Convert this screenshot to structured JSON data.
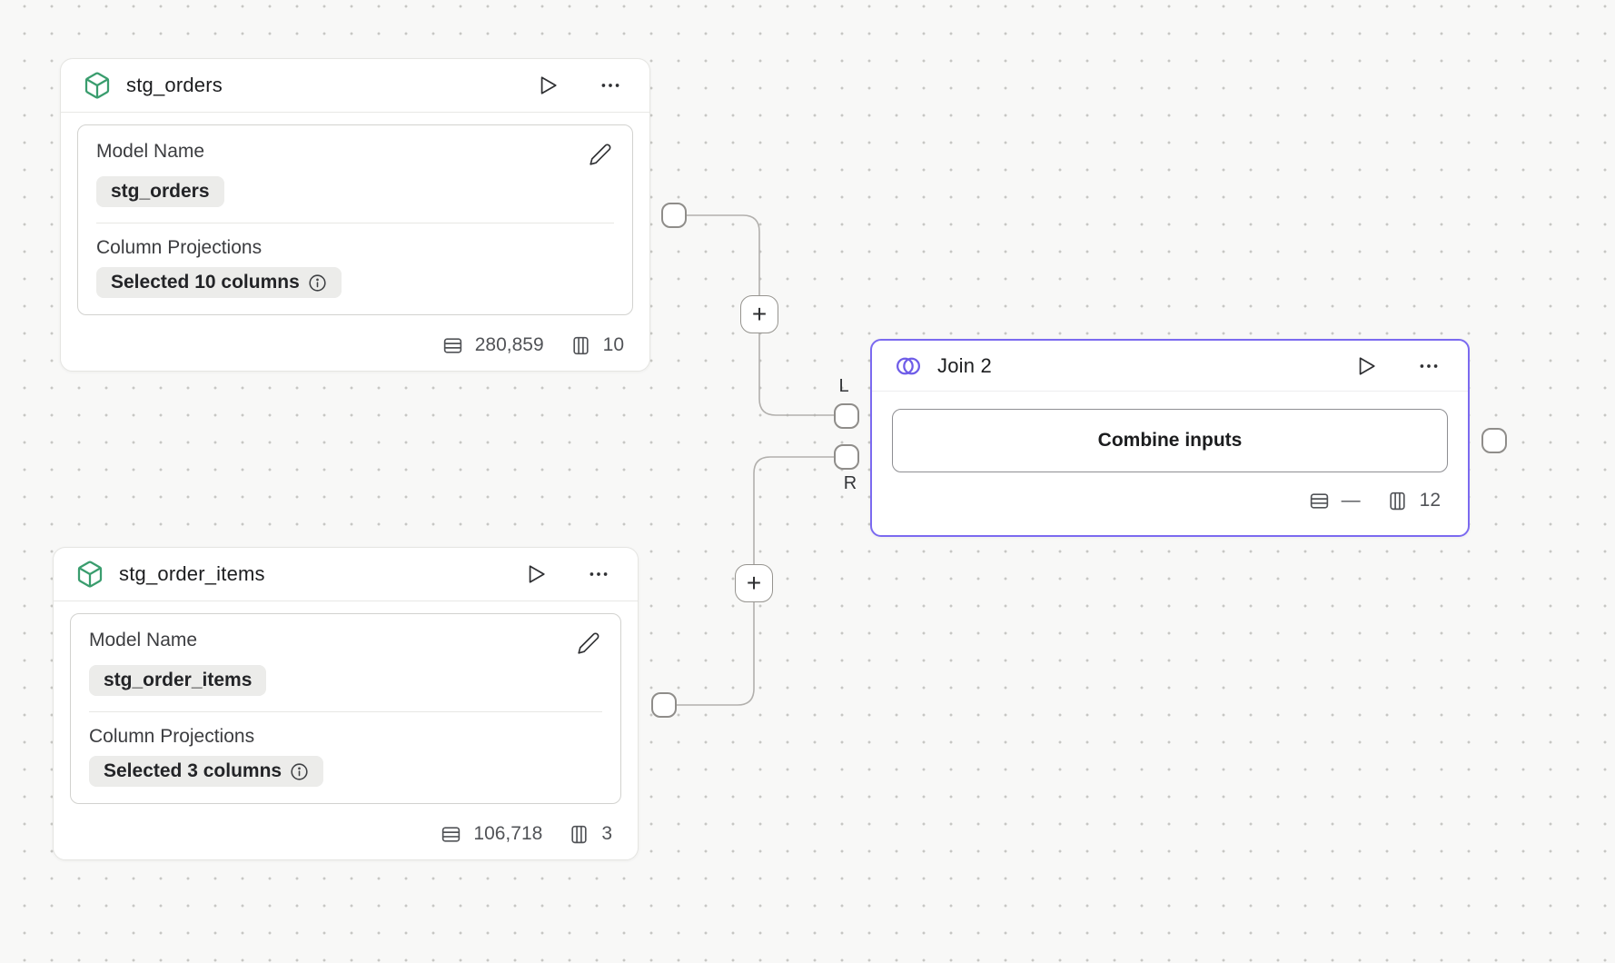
{
  "canvas": {
    "background_color": "#f8f8f7",
    "dot_color": "#c7c7c4"
  },
  "connectors": {
    "add_label": "+",
    "left_port_label": "L",
    "right_port_label": "R"
  },
  "nodes": {
    "stg_orders": {
      "title": "stg_orders",
      "type_icon": "cube-icon",
      "model_name": {
        "label": "Model Name",
        "value": "stg_orders"
      },
      "column_projections": {
        "label": "Column Projections",
        "value": "Selected 10 columns"
      },
      "stats": {
        "rows": "280,859",
        "columns": "10"
      }
    },
    "stg_order_items": {
      "title": "stg_order_items",
      "type_icon": "cube-icon",
      "model_name": {
        "label": "Model Name",
        "value": "stg_order_items"
      },
      "column_projections": {
        "label": "Column Projections",
        "value": "Selected 3 columns"
      },
      "stats": {
        "rows": "106,718",
        "columns": "3"
      }
    },
    "join": {
      "title": "Join 2",
      "type_icon": "join-venn-icon",
      "combine_button_label": "Combine inputs",
      "stats": {
        "rows": "—",
        "columns": "12"
      }
    }
  },
  "colors": {
    "join_accent": "#7b6af0",
    "model_icon_green": "#3a9d6e",
    "node_background": "#ffffff",
    "badge_background": "#ececea",
    "wire": "#b2b0ad",
    "text_primary": "#1c1d1f",
    "text_secondary": "#3c3d40",
    "stats_text": "#515357"
  }
}
